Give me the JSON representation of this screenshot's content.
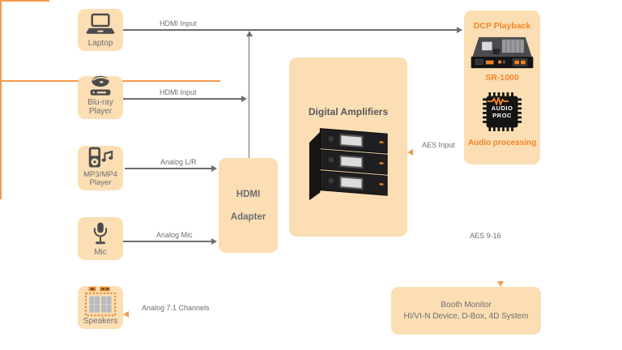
{
  "colors": {
    "node_fill": "#fbdeb3",
    "accent_orange_text": "#f0862a",
    "orange_line": "#f2994d",
    "gray_line": "#6e6e6e",
    "gray_text": "#6d6e71",
    "title_gray": "#58595b"
  },
  "sources": [
    {
      "label": "Laptop"
    },
    {
      "label": "Blu-ray Player"
    },
    {
      "label": "MP3/MP4 Player"
    },
    {
      "label": "Mic"
    },
    {
      "label": "Speakers"
    }
  ],
  "adapter": {
    "line1": "HDMI",
    "line2": "Adapter"
  },
  "amplifiers": {
    "title": "Digital Amplifiers"
  },
  "playback": {
    "title": "DCP Playback",
    "device": "SR-1000",
    "chip_line1": "AUDIO",
    "chip_line2": "PROC",
    "processing": "Audio processing"
  },
  "booth": {
    "line1": "Booth Monitor",
    "line2": "HI/VI-N Device, D-Box, 4D System"
  },
  "connections": {
    "laptop_hdmi": "HDMI Input",
    "bluray_hdmi": "HDMI Input",
    "mp3_analog": "Analog L/R",
    "mic_analog": "Analog Mic",
    "aes_input": "AES Input",
    "analog_71": "Analog 7.1 Channels",
    "aes_916": "AES 9-16"
  }
}
